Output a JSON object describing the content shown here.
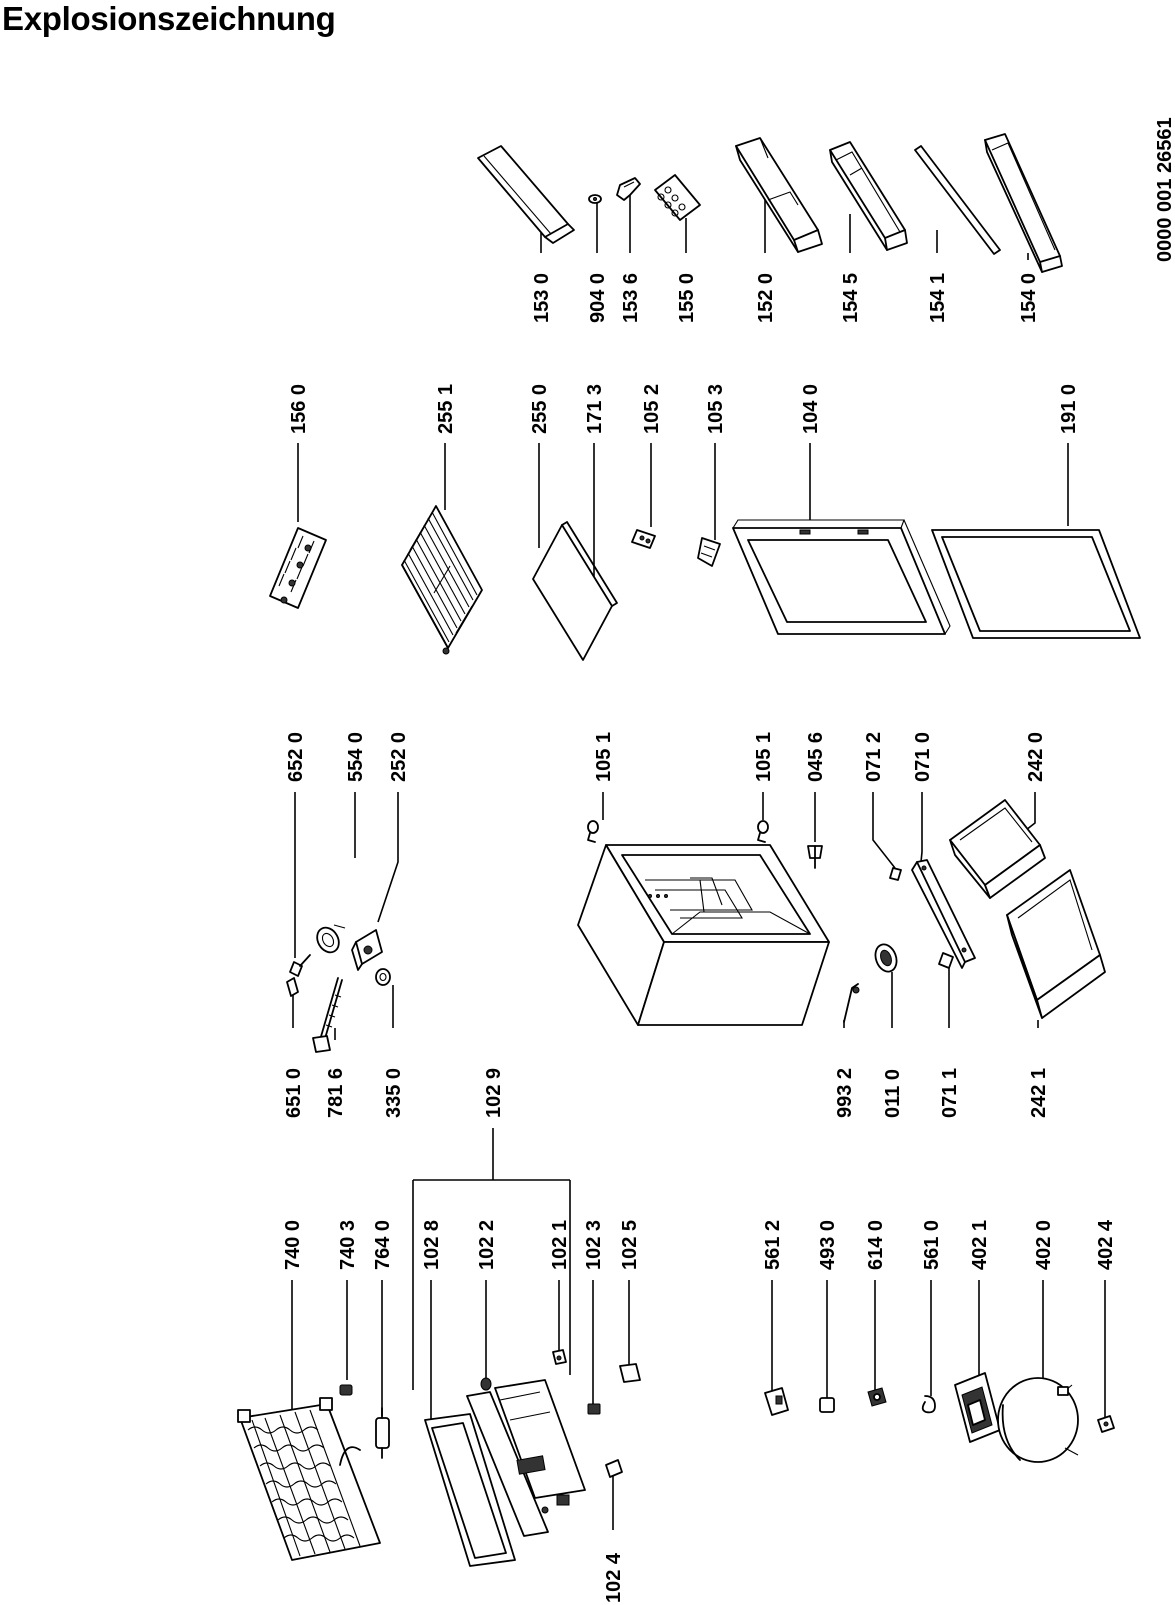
{
  "title": "Explosionszeichnung",
  "doc_number": "0000 001 26561",
  "parts": [
    "156 0",
    "255 1",
    "255 0",
    "171 3",
    "105 2",
    "105 3",
    "104 0",
    "191 0",
    "153 0",
    "904 0",
    "153 6",
    "155 0",
    "152 0",
    "154 5",
    "154 1",
    "154 0",
    "652 0",
    "554 0",
    "252 0",
    "651 0",
    "781 6",
    "335 0",
    "105 1",
    "105 1",
    "045 6",
    "071 2",
    "071 0",
    "242 0",
    "993 2",
    "011 0",
    "071 1",
    "242 1",
    "740 0",
    "740 3",
    "764 0",
    "102 8",
    "102 2",
    "102 1",
    "102 3",
    "102 5",
    "102 9",
    "102 4",
    "561 2",
    "493 0",
    "614 0",
    "561 0",
    "402 1",
    "402 0",
    "402 4"
  ]
}
